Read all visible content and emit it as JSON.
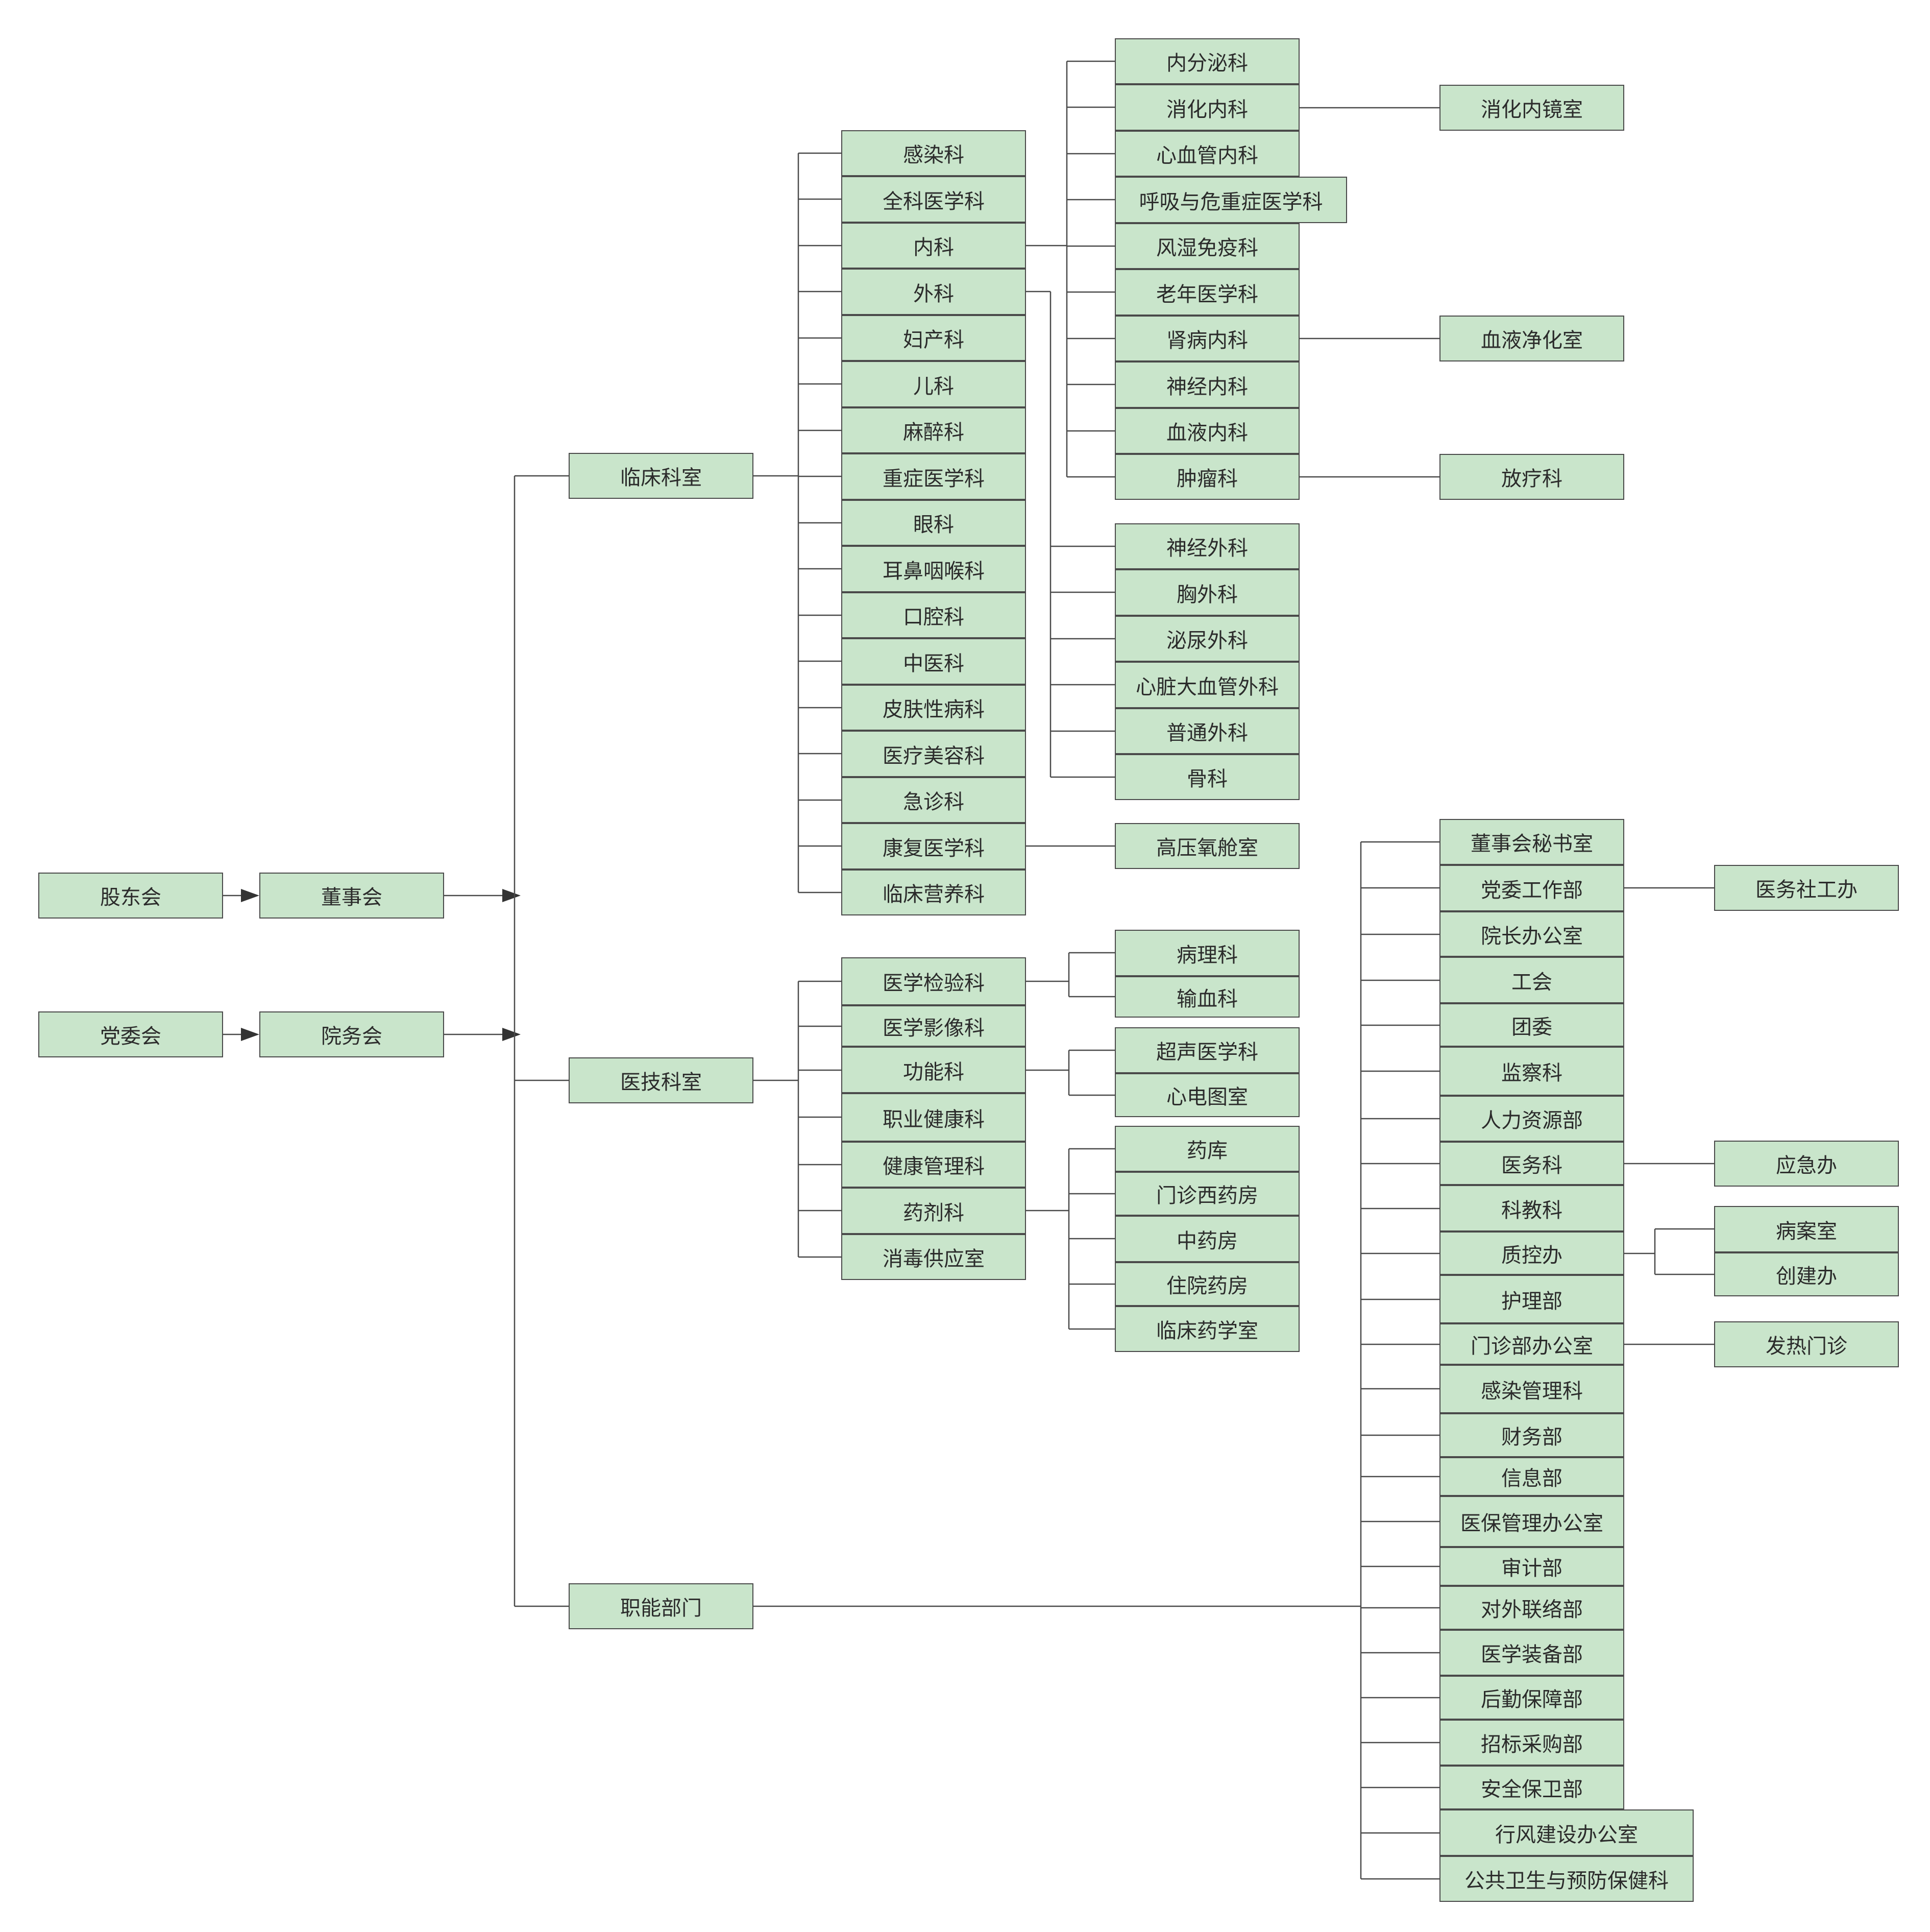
{
  "top": {
    "gudonghui": "股东会",
    "dongshihui": "董事会",
    "dangweihui": "党委会",
    "yuanwuhui": "院务会"
  },
  "level1": {
    "clinical": "临床科室",
    "medtech": "医技科室",
    "functional": "职能部门"
  },
  "clinical": [
    "感染科",
    "全科医学科",
    "内科",
    "外科",
    "妇产科",
    "儿科",
    "麻醉科",
    "重症医学科",
    "眼科",
    "耳鼻咽喉科",
    "口腔科",
    "中医科",
    "皮肤性病科",
    "医疗美容科",
    "急诊科",
    "康复医学科",
    "临床营养科"
  ],
  "internal": [
    "内分泌科",
    "消化内科",
    "心血管内科",
    "呼吸与危重症医学科",
    "风湿免疫科",
    "老年医学科",
    "肾病内科",
    "神经内科",
    "血液内科",
    "肿瘤科"
  ],
  "internal_sub": {
    "digestive": "消化内镜室",
    "renal": "血液净化室",
    "oncology": "放疗科"
  },
  "surgery": [
    "神经外科",
    "胸外科",
    "泌尿外科",
    "心脏大血管外科",
    "普通外科",
    "骨科"
  ],
  "rehab_sub": "高压氧舱室",
  "medtech": [
    "医学检验科",
    "医学影像科",
    "功能科",
    "职业健康科",
    "健康管理科",
    "药剂科",
    "消毒供应室"
  ],
  "lab_sub": [
    "病理科",
    "输血科"
  ],
  "func_sub": [
    "超声医学科",
    "心电图室"
  ],
  "pharm_sub": [
    "药库",
    "门诊西药房",
    "中药房",
    "住院药房",
    "临床药学室"
  ],
  "functional": [
    "董事会秘书室",
    "党委工作部",
    "院长办公室",
    "工会",
    "团委",
    "监察科",
    "人力资源部",
    "医务科",
    "科教科",
    "质控办",
    "护理部",
    "门诊部办公室",
    "感染管理科",
    "财务部",
    "信息部",
    "医保管理办公室",
    "审计部",
    "对外联络部",
    "医学装备部",
    "后勤保障部",
    "招标采购部",
    "安全保卫部",
    "行风建设办公室",
    "公共卫生与预防保健科"
  ],
  "functional_sub": {
    "party": "医务社工办",
    "medical": "应急办",
    "qc": [
      "病案室",
      "创建办"
    ],
    "outpatient": "发热门诊"
  },
  "colors": {
    "node_fill": "#c9e5cb",
    "line": "#4a4a4a"
  }
}
